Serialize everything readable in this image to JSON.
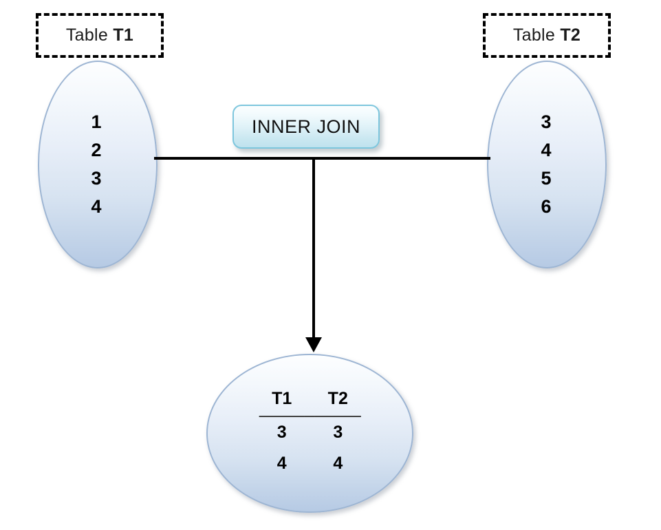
{
  "diagram": {
    "title": "SQL INNER JOIN Venn/Flow Diagram",
    "background_color": "#ffffff",
    "colors": {
      "ellipse_border": "#9db5d3",
      "ellipse_fill_top": "#fdfeff",
      "ellipse_fill_bottom": "#b6cae4",
      "join_box_border": "#7dc6dd",
      "join_box_fill_top": "#fbfeff",
      "join_box_fill_bottom": "#bfe2ee",
      "connector_line": "#000000",
      "caption_border": "#000000",
      "text": "#000000"
    }
  },
  "left_table": {
    "caption_prefix": "Table ",
    "caption_name": "T1",
    "values": [
      "1",
      "2",
      "3",
      "4"
    ]
  },
  "right_table": {
    "caption_prefix": "Table ",
    "caption_name": "T2",
    "values": [
      "3",
      "4",
      "5",
      "6"
    ]
  },
  "operation": {
    "label": "INNER JOIN"
  },
  "result": {
    "columns": [
      "T1",
      "T2"
    ],
    "rows": [
      [
        "3",
        "3"
      ],
      [
        "4",
        "4"
      ]
    ]
  }
}
